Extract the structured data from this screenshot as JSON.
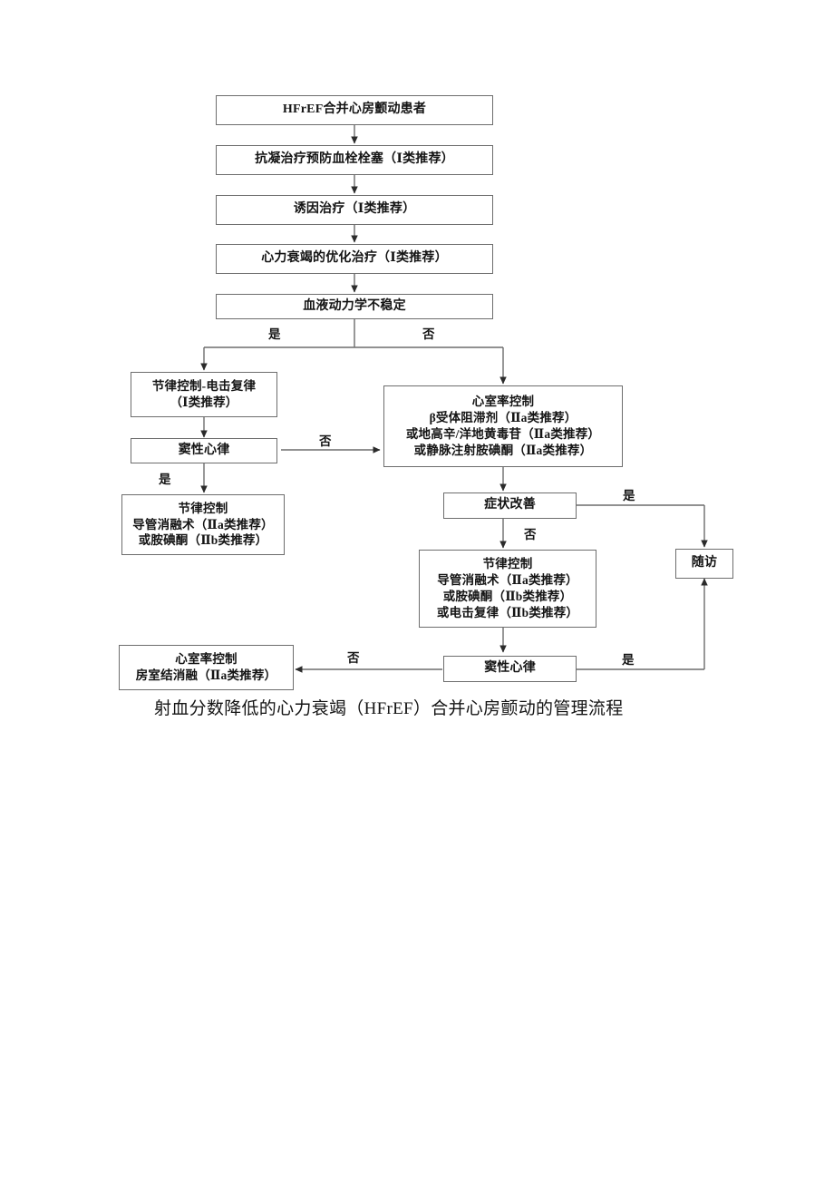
{
  "figure": {
    "caption": "射血分数降低的心力衰竭（HFrEF）合并心房颤动的管理流程",
    "line_color": "#6d6d6d",
    "text_color": "#141414",
    "background": "#ffffff"
  },
  "nodes": {
    "patient": {
      "lines": [
        "HFrEF合并心房颤动患者"
      ]
    },
    "anticoagulation": {
      "lines": [
        "抗凝治疗预防血栓栓塞（Ⅰ类推荐）"
      ]
    },
    "trigger_therapy": {
      "lines": [
        "诱因治疗（Ⅰ类推荐）"
      ]
    },
    "hf_optimization": {
      "lines": [
        "心力衰竭的优化治疗（Ⅰ类推荐）"
      ]
    },
    "hemodynamic_unstable": {
      "lines": [
        "血液动力学不稳定"
      ]
    },
    "rhythm_cardioversion": {
      "lines": [
        "节律控制-电击复律",
        "（Ⅰ类推荐）"
      ]
    },
    "sinus_rhythm_left": {
      "lines": [
        "窦性心律"
      ]
    },
    "rhythm_control_left": {
      "lines": [
        "节律控制",
        "导管消融术（Ⅱa类推荐）",
        "或胺碘酮（Ⅱb类推荐）"
      ]
    },
    "rate_control_right": {
      "lines": [
        "心室率控制",
        "β受体阻滞剂（Ⅱa类推荐）",
        "或地高辛/洋地黄毒苷（Ⅱa类推荐）",
        "或静脉注射胺碘酮（Ⅱa类推荐）"
      ]
    },
    "symptom_improved": {
      "lines": [
        "症状改善"
      ]
    },
    "rhythm_control_center": {
      "lines": [
        "节律控制",
        "导管消融术（Ⅱa类推荐）",
        "或胺碘酮（Ⅱb类推荐）",
        "或电击复律（Ⅱb类推荐）"
      ]
    },
    "sinus_rhythm_bottom": {
      "lines": [
        "窦性心律"
      ]
    },
    "follow_up": {
      "lines": [
        "随访"
      ]
    },
    "av_node_ablation": {
      "lines": [
        "心室率控制",
        "房室结消融（Ⅱa类推荐）"
      ]
    }
  },
  "edge_labels": {
    "hemo_yes": "是",
    "hemo_no": "否",
    "sinus_left_yes": "是",
    "sinus_left_no": "否",
    "symptom_yes": "是",
    "symptom_no": "否",
    "sinus_bottom_yes": "是",
    "sinus_bottom_no": "否"
  },
  "chart_data": {
    "type": "flowchart",
    "title": "射血分数降低的心力衰竭（HFrEF）合并心房颤动的管理流程",
    "nodes": [
      {
        "id": "patient",
        "label": "HFrEF合并心房颤动患者",
        "shape": "rect"
      },
      {
        "id": "anticoagulation",
        "label": "抗凝治疗预防血栓栓塞（Ⅰ类推荐）",
        "shape": "rect"
      },
      {
        "id": "trigger_therapy",
        "label": "诱因治疗（Ⅰ类推荐）",
        "shape": "rect"
      },
      {
        "id": "hf_optimization",
        "label": "心力衰竭的优化治疗（Ⅰ类推荐）",
        "shape": "rect"
      },
      {
        "id": "hemodynamic_unstable",
        "label": "血液动力学不稳定",
        "shape": "decision"
      },
      {
        "id": "rhythm_cardioversion",
        "label": "节律控制-电击复律（Ⅰ类推荐）",
        "shape": "rect"
      },
      {
        "id": "sinus_rhythm_left",
        "label": "窦性心律",
        "shape": "decision"
      },
      {
        "id": "rhythm_control_left",
        "label": "节律控制 导管消融术（Ⅱa类推荐）或胺碘酮（Ⅱb类推荐）",
        "shape": "rect"
      },
      {
        "id": "rate_control_right",
        "label": "心室率控制 β受体阻滞剂（Ⅱa类推荐）或地高辛/洋地黄毒苷（Ⅱa类推荐）或静脉注射胺碘酮（Ⅱa类推荐）",
        "shape": "rect"
      },
      {
        "id": "symptom_improved",
        "label": "症状改善",
        "shape": "decision"
      },
      {
        "id": "rhythm_control_center",
        "label": "节律控制 导管消融术（Ⅱa类推荐）或胺碘酮（Ⅱb类推荐）或电击复律（Ⅱb类推荐）",
        "shape": "rect"
      },
      {
        "id": "sinus_rhythm_bottom",
        "label": "窦性心律",
        "shape": "decision"
      },
      {
        "id": "follow_up",
        "label": "随访",
        "shape": "rect"
      },
      {
        "id": "av_node_ablation",
        "label": "心室率控制 房室结消融（Ⅱa类推荐）",
        "shape": "rect"
      }
    ],
    "edges": [
      {
        "from": "patient",
        "to": "anticoagulation",
        "label": ""
      },
      {
        "from": "anticoagulation",
        "to": "trigger_therapy",
        "label": ""
      },
      {
        "from": "trigger_therapy",
        "to": "hf_optimization",
        "label": ""
      },
      {
        "from": "hf_optimization",
        "to": "hemodynamic_unstable",
        "label": ""
      },
      {
        "from": "hemodynamic_unstable",
        "to": "rhythm_cardioversion",
        "label": "是"
      },
      {
        "from": "hemodynamic_unstable",
        "to": "rate_control_right",
        "label": "否"
      },
      {
        "from": "rhythm_cardioversion",
        "to": "sinus_rhythm_left",
        "label": ""
      },
      {
        "from": "sinus_rhythm_left",
        "to": "rhythm_control_left",
        "label": "是"
      },
      {
        "from": "sinus_rhythm_left",
        "to": "rate_control_right",
        "label": "否"
      },
      {
        "from": "rate_control_right",
        "to": "symptom_improved",
        "label": ""
      },
      {
        "from": "symptom_improved",
        "to": "follow_up",
        "label": "是"
      },
      {
        "from": "symptom_improved",
        "to": "rhythm_control_center",
        "label": "否"
      },
      {
        "from": "rhythm_control_center",
        "to": "sinus_rhythm_bottom",
        "label": ""
      },
      {
        "from": "sinus_rhythm_bottom",
        "to": "follow_up",
        "label": "是"
      },
      {
        "from": "sinus_rhythm_bottom",
        "to": "av_node_ablation",
        "label": "否"
      }
    ]
  }
}
